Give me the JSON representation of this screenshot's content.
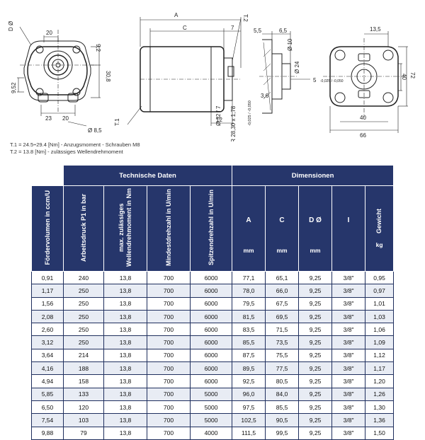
{
  "drawing": {
    "front": {
      "d_label": "D Ø",
      "w20_top": "20",
      "h9_2": "9,2",
      "h30_8": "30,8",
      "h9_52": "9,52",
      "w23": "23",
      "w20_bottom": "20",
      "w8_5": "Ø 8,5"
    },
    "side": {
      "a": "A",
      "c": "C",
      "t2": "T.2",
      "seven": "7",
      "twelve": "12",
      "t1": "T.1",
      "d32": "Ø 32 f 7",
      "tol": "-0,025 / -0,050"
    },
    "shaft": {
      "w5_5": "5,5",
      "w6_5": "6,5",
      "d10": "Ø 10",
      "d24": "Ø 24",
      "five": "5",
      "tol2": "-0,025 / -0,050",
      "w3_6": "3,6",
      "or": "OR 28,30 x 1,78"
    },
    "rear": {
      "w13_5": "13,5",
      "h72": "72",
      "h40": "40",
      "w40": "40",
      "w66": "66"
    }
  },
  "notes": [
    "T.1 = 24.5÷29.4 [Nm] - Anzugsmoment - Schrauben M8",
    "T.2 = 13.8 [Nm] - zulässiges Wellendrehmoment"
  ],
  "table": {
    "group_technical": "Technische Daten",
    "group_dimensions": "Dimensionen",
    "col_foerdervolumen": "Fördervolumen in ccm/U",
    "col_arbeitsdruck": "Arbeitsdruck P1 in bar",
    "col_drehmoment": "max. zulässiges Wellendrehmoment in Nm",
    "col_mindest": "Mindestdrehzahl in U/min",
    "col_spitzen": "Spitzendrehzahl in U/min",
    "dim_a": "A",
    "dim_c": "C",
    "dim_d": "D Ø",
    "dim_i": "I",
    "dim_gewicht": "Gewicht",
    "unit_mm_a": "mm",
    "unit_mm_c": "mm",
    "unit_mm_d": "mm",
    "unit_kg": "kg",
    "rows": [
      [
        "0,91",
        "240",
        "13,8",
        "700",
        "6000",
        "77,1",
        "65,1",
        "9,25",
        "3/8\"",
        "0,95"
      ],
      [
        "1,17",
        "250",
        "13,8",
        "700",
        "6000",
        "78,0",
        "66,0",
        "9,25",
        "3/8\"",
        "0,97"
      ],
      [
        "1,56",
        "250",
        "13,8",
        "700",
        "6000",
        "79,5",
        "67,5",
        "9,25",
        "3/8\"",
        "1,01"
      ],
      [
        "2,08",
        "250",
        "13,8",
        "700",
        "6000",
        "81,5",
        "69,5",
        "9,25",
        "3/8\"",
        "1,03"
      ],
      [
        "2,60",
        "250",
        "13,8",
        "700",
        "6000",
        "83,5",
        "71,5",
        "9,25",
        "3/8\"",
        "1,06"
      ],
      [
        "3,12",
        "250",
        "13,8",
        "700",
        "6000",
        "85,5",
        "73,5",
        "9,25",
        "3/8\"",
        "1,09"
      ],
      [
        "3,64",
        "214",
        "13,8",
        "700",
        "6000",
        "87,5",
        "75,5",
        "9,25",
        "3/8\"",
        "1,12"
      ],
      [
        "4,16",
        "188",
        "13,8",
        "700",
        "6000",
        "89,5",
        "77,5",
        "9,25",
        "3/8\"",
        "1,17"
      ],
      [
        "4,94",
        "158",
        "13,8",
        "700",
        "6000",
        "92,5",
        "80,5",
        "9,25",
        "3/8\"",
        "1,20"
      ],
      [
        "5,85",
        "133",
        "13,8",
        "700",
        "5000",
        "96,0",
        "84,0",
        "9,25",
        "3/8\"",
        "1,26"
      ],
      [
        "6,50",
        "120",
        "13,8",
        "700",
        "5000",
        "97,5",
        "85,5",
        "9,25",
        "3/8\"",
        "1,30"
      ],
      [
        "7,54",
        "103",
        "13,8",
        "700",
        "5000",
        "102,5",
        "90,5",
        "9,25",
        "3/8\"",
        "1,36"
      ],
      [
        "9,88",
        "79",
        "13,8",
        "700",
        "4000",
        "111,5",
        "99,5",
        "9,25",
        "3/8\"",
        "1,50"
      ]
    ]
  }
}
